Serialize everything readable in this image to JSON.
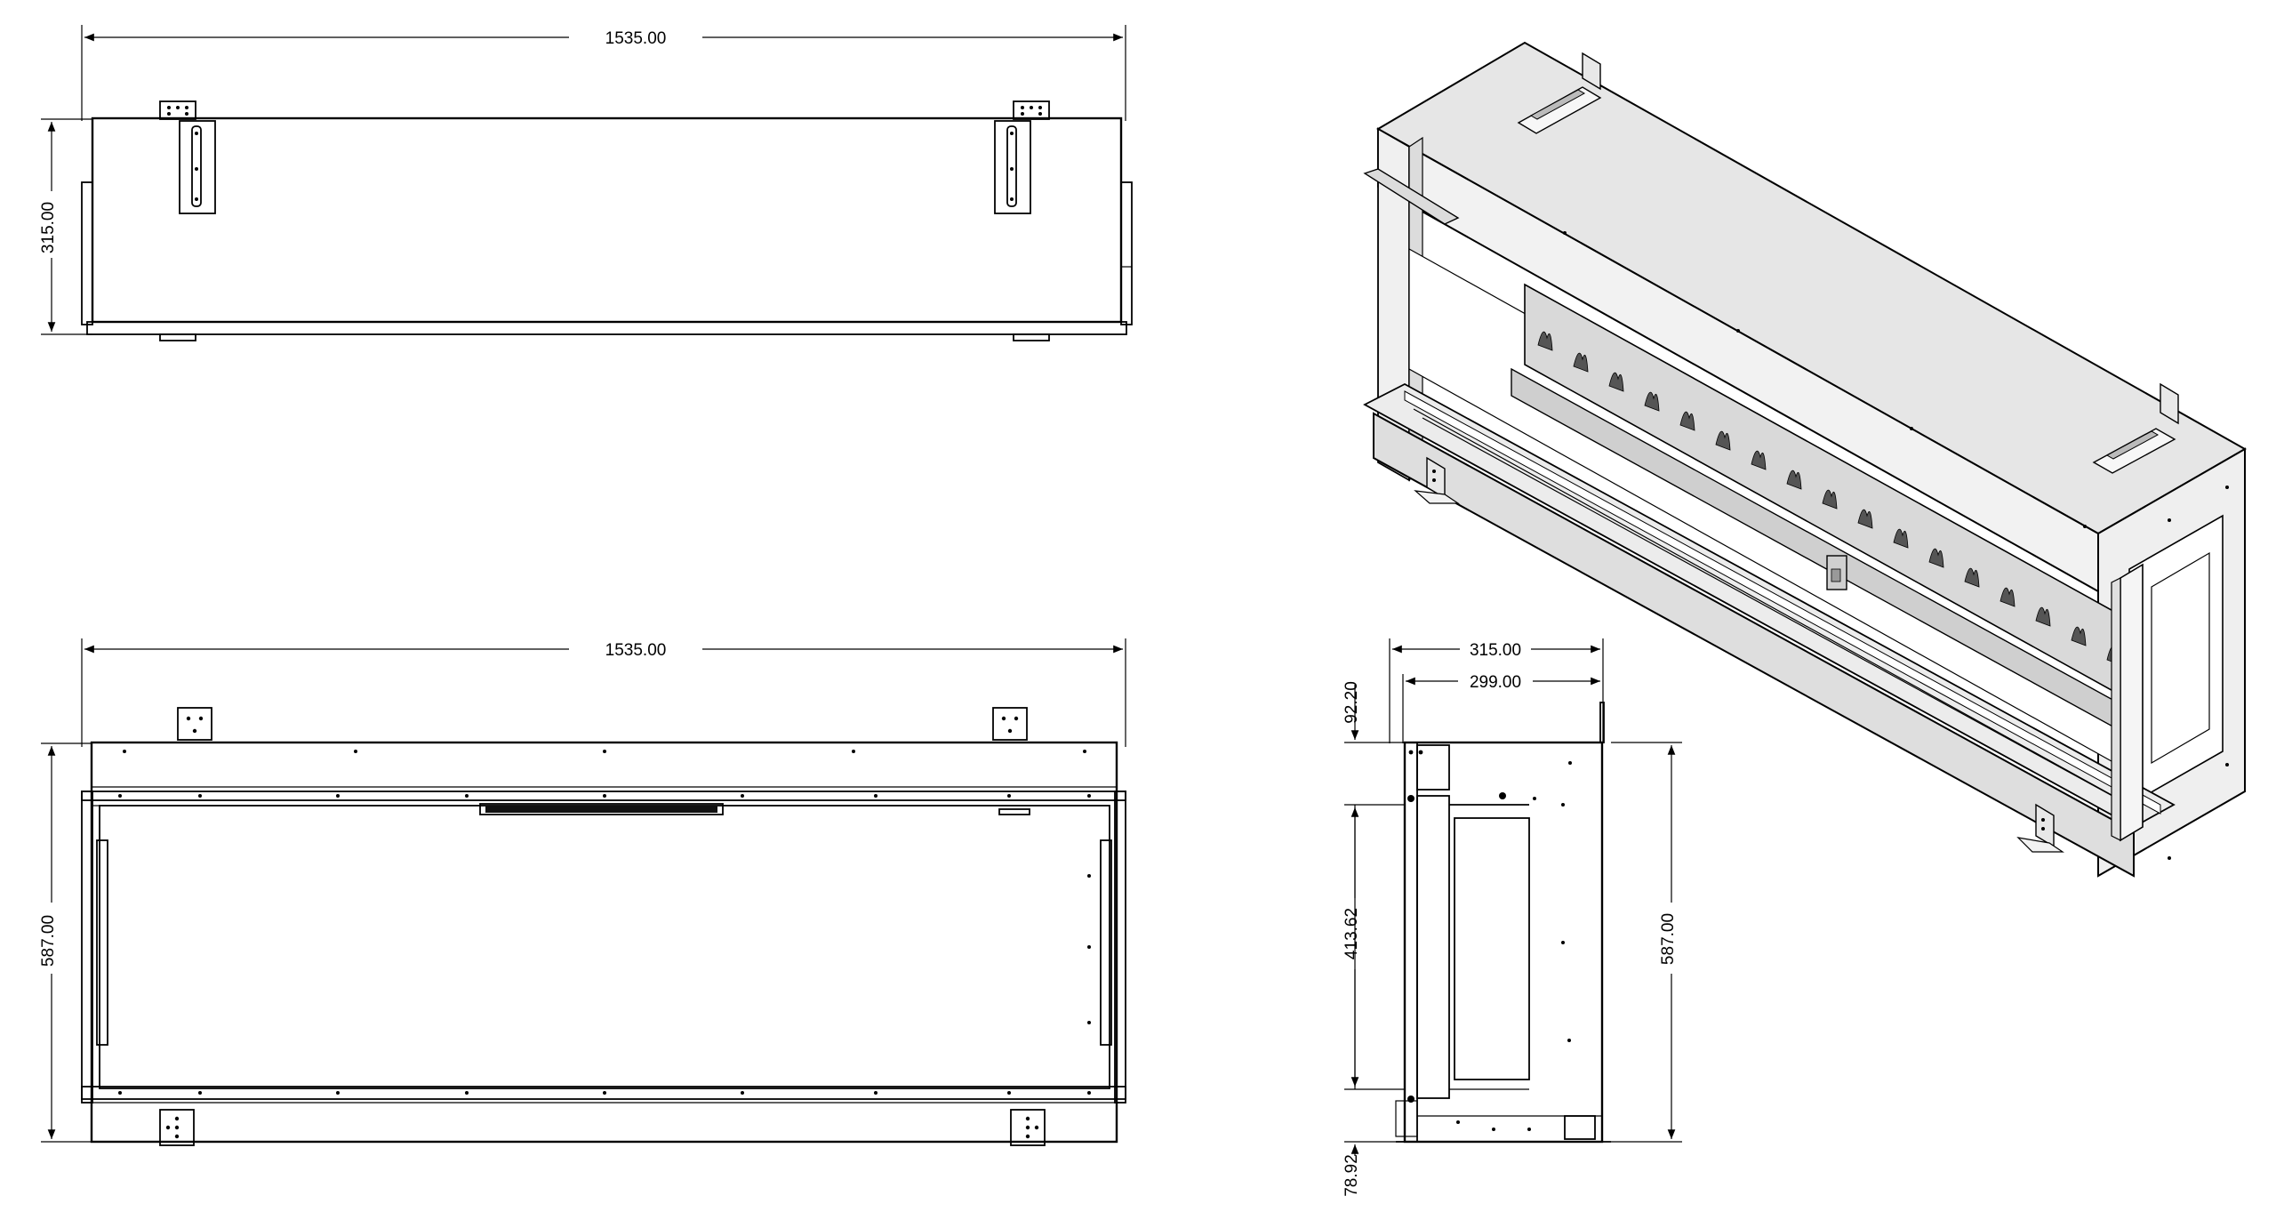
{
  "dimensions": {
    "top_width": "1535.00",
    "top_depth": "315.00",
    "front_width": "1535.00",
    "front_height": "587.00",
    "side_depth": "315.00",
    "side_inner_depth": "299.00",
    "side_top": "92.20",
    "side_middle": "413.62",
    "side_bottom": "78.92",
    "side_height": "587.00"
  },
  "colors": {
    "line": "#000000",
    "panel_fill": "#e6e6e6",
    "panel_dark": "#c8c8c8",
    "background": "#ffffff"
  }
}
